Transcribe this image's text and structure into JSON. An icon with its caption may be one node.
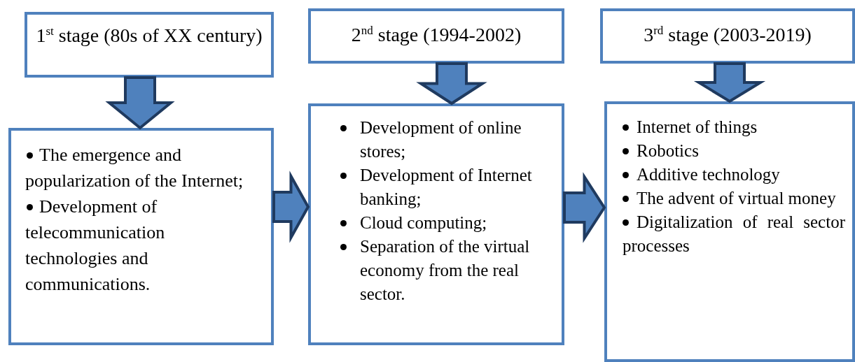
{
  "diagram": {
    "nodes": [
      {
        "text": [
          "1$^{st}$ stage (80s of XX century)"
        ]
      },
      {
        "text": [
          "The emergence and popularization of the Internet;",
          "Development of telecommunication technologies and communications."
        ]
      },
      {
        "text": [
          "2$^{nd}$ stage (1994-2002)"
        ]
      },
      {
        "text": [
          "Development of online stores;",
          "Development of Internet banking;",
          "Cloud computing;",
          "Separation of the virtual economy from the real sector."
        ]
      },
      {
        "text": [
          "3$^{rd}$ stage (2003-2019)"
        ]
      },
      {
        "text": [
          "Internet of things",
          "Robotics",
          "Additive technology",
          "The advent of virtual money",
          "Digitalization of real sector processes"
        ]
      }
    ],
    "edges": [
      {
        "from": 0,
        "to": 1,
        "arrow": "to"
      },
      {
        "from": 2,
        "to": 3,
        "arrow": "to"
      },
      {
        "from": 4,
        "to": 5,
        "arrow": "to"
      },
      {
        "from": 1,
        "to": 3,
        "arrow": "to"
      },
      {
        "from": 3,
        "to": 5,
        "arrow": "to"
      }
    ]
  }
}
